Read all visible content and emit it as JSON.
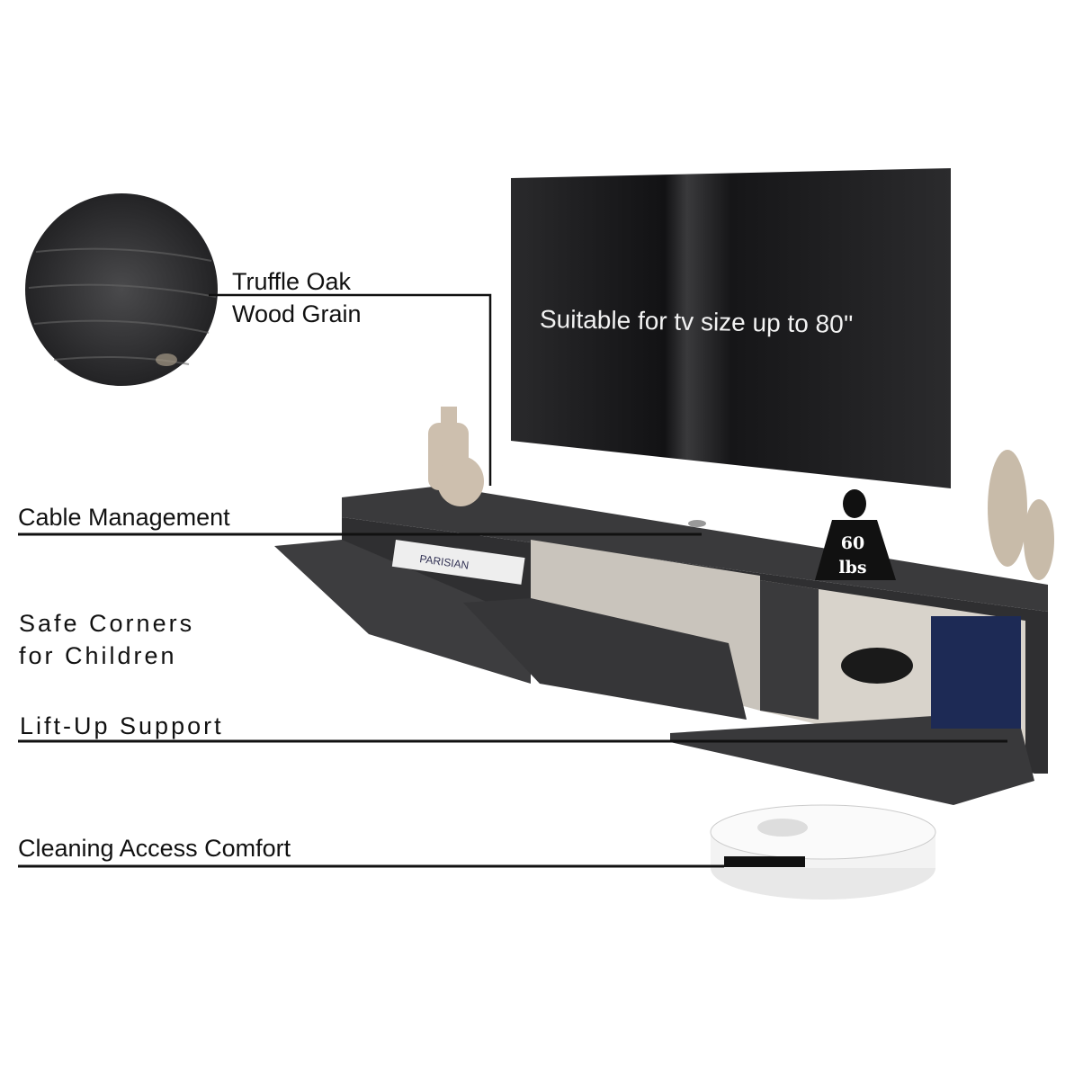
{
  "tv": {
    "caption": "Suitable for tv size up to 80''"
  },
  "features": {
    "wood_title_1": "Truffle Oak",
    "wood_title_2": "Wood Grain",
    "cable": "Cable Management",
    "safe_1": "Safe Corners",
    "safe_2": "for Children",
    "liftup": "Lift-Up Support",
    "cleaning": "Cleaning Access Comfort"
  },
  "weight_badge": {
    "value": "60",
    "unit": "lbs"
  },
  "book_label": "PARISIAN",
  "colors": {
    "wood": "#3a3a3c",
    "tv": "#1e1e20",
    "line": "#111111",
    "vase": "#cdbfae"
  }
}
